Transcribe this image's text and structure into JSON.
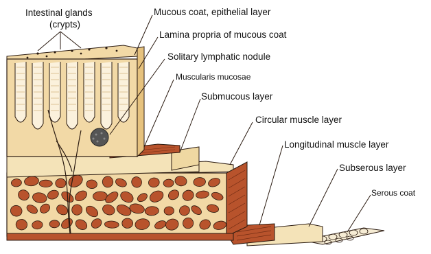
{
  "diagram": {
    "labels": {
      "intestinal_glands_line1": "Intestinal glands",
      "intestinal_glands_line2": "(crypts)",
      "mucous_coat_epithelial": "Mucous coat, epithelial layer",
      "lamina_propria": "Lamina propria of mucous coat",
      "solitary_nodule": "Solitary lymphatic nodule",
      "muscularis_mucosae": "Muscularis mucosae",
      "submucous_layer": "Submucous layer",
      "circular_muscle": "Circular muscle layer",
      "longitudinal_muscle": "Longitudinal muscle layer",
      "subserous_layer": "Subserous layer",
      "serous_coat": "Serous coat"
    },
    "colors": {
      "mucosa": "#f2d9a6",
      "mucosa_dark": "#e6c27e",
      "muscle": "#b8532c",
      "muscle_light": "#d97a48",
      "submucosa": "#f4e3b8",
      "outline": "#2a1a10",
      "nodule": "#555555"
    }
  }
}
